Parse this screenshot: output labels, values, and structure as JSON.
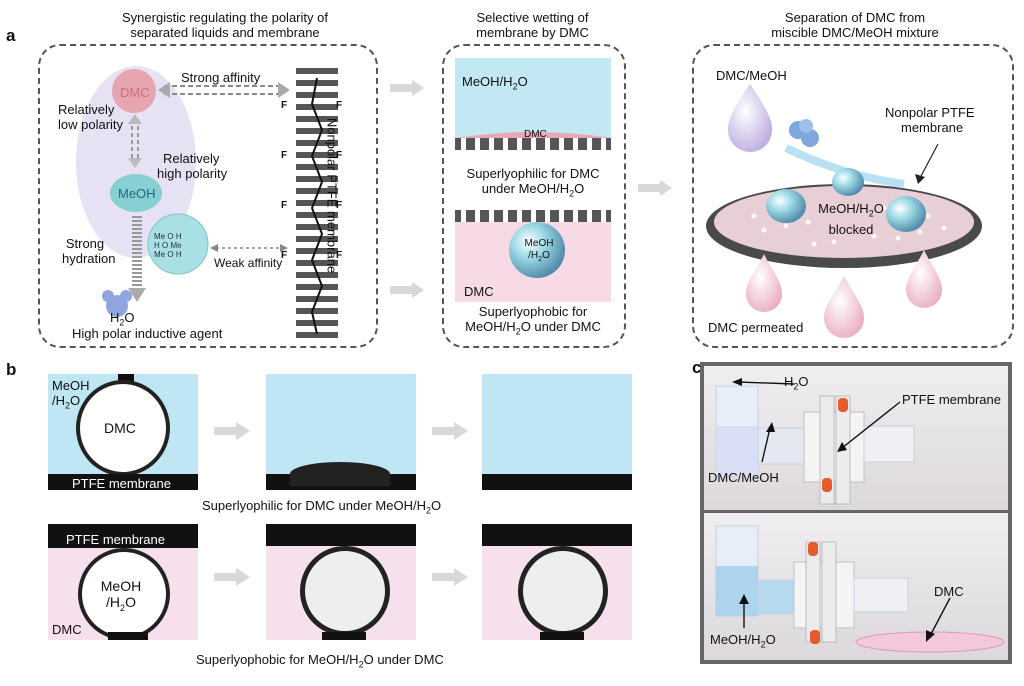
{
  "panel_a": {
    "letter": "a",
    "section1": {
      "heading_line1": "Synergistic regulating the polarity of",
      "heading_line2": "separated liquids and membrane",
      "dmc": "DMC",
      "strong_affinity": "Strong affinity",
      "rel_low_polarity_1": "Relatively",
      "rel_low_polarity_2": "low polarity",
      "rel_high_polarity_1": "Relatively",
      "rel_high_polarity_2": "high polarity",
      "meoh": "MeOH",
      "strong_hydration_1": "Strong",
      "strong_hydration_2": "hydration",
      "weak_affinity": "Weak affinity",
      "h2o": "H2O",
      "agent": "High polar inductive agent",
      "membrane_label": "Nonpolar PTFE membrane",
      "f_atom": "F",
      "mol_labels": [
        "Me",
        "O",
        "H",
        "H",
        "O",
        "Me",
        "Me",
        "O",
        "H"
      ]
    },
    "section2": {
      "heading_line1": "Selective wetting of",
      "heading_line2": "membrane by DMC",
      "top_liquid": "MeOH/H2O",
      "dmc_film": "DMC",
      "caption_top_1": "Superlyophilic for DMC",
      "caption_top_2": "under MeOH/H2O",
      "droplet_1": "MeOH",
      "droplet_2": "/H2O",
      "bottom_liquid": "DMC",
      "caption_bottom_1": "Superlyophobic for",
      "caption_bottom_2": "MeOH/H2O under DMC"
    },
    "section3": {
      "heading_line1": "Separation of DMC from",
      "heading_line2": "miscible DMC/MeOH mixture",
      "feed": "DMC/MeOH",
      "membrane_1": "Nonpolar PTFE",
      "membrane_2": "membrane",
      "blocked_1": "MeOH/H2O",
      "blocked_2": "blocked",
      "permeated": "DMC permeated"
    }
  },
  "panel_b": {
    "letter": "b",
    "row1_liquid_1": "MeOH",
    "row1_liquid_2": "/H2O",
    "row1_drop": "DMC",
    "row1_membrane": "PTFE membrane",
    "row1_caption": "Superlyophilic for DMC under MeOH/H2O",
    "row2_membrane": "PTFE membrane",
    "row2_drop_1": "MeOH",
    "row2_drop_2": "/H2O",
    "row2_liquid": "DMC",
    "row2_caption": "Superlyophobic for MeOH/H2O under DMC"
  },
  "panel_c": {
    "letter": "c",
    "h2o": "H2O",
    "ptfe_membrane": "PTFE membrane",
    "feed_top": "DMC/MeOH",
    "feed_bottom": "MeOH/H2O",
    "dmc": "DMC"
  },
  "colors": {
    "light_blue": "#bfe7f3",
    "light_pink": "#f7dbe8",
    "dmc_pink": "#e8a0ac",
    "meoh_cyan": "#8fd3d6",
    "lavender": "#e6e0f3",
    "membrane_gray": "#555555",
    "orange_cap": "#e65b2c"
  }
}
